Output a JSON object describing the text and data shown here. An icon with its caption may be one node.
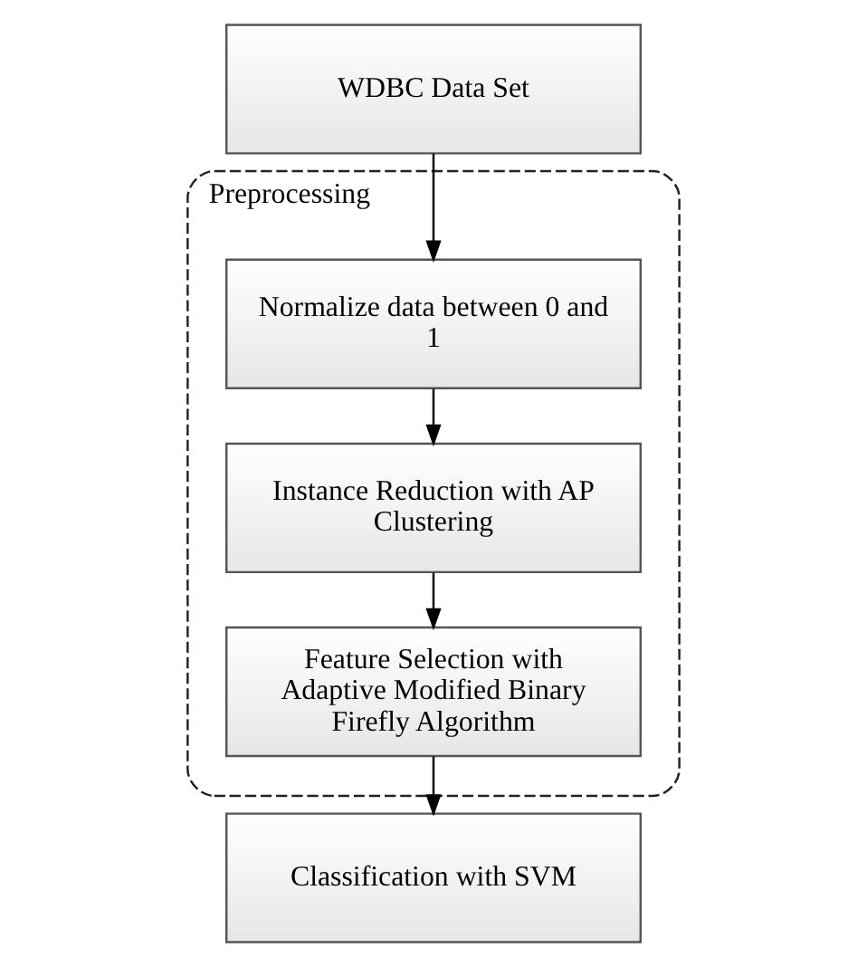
{
  "diagram": {
    "nodes": [
      {
        "text": [
          "WDBC Data Set"
        ]
      },
      {
        "text": [
          "Preprocessing"
        ]
      },
      {
        "text": [
          "Normalize data between 0 and 1"
        ],
        "in": 1
      },
      {
        "text": [
          "Instance Reduction with AP Clustering"
        ],
        "in": 1
      },
      {
        "text": [
          "Feature Selection with Adaptive Modified Binary Firefly Algorithm"
        ],
        "in": 1
      },
      {
        "text": [
          "Classification with SVM"
        ]
      }
    ],
    "edges": [
      {
        "from": 0,
        "to": 2,
        "arrow": "to"
      },
      {
        "from": 2,
        "to": 3,
        "arrow": "to"
      },
      {
        "from": 3,
        "to": 4,
        "arrow": "to"
      },
      {
        "from": 4,
        "to": 5,
        "arrow": "to"
      }
    ]
  }
}
